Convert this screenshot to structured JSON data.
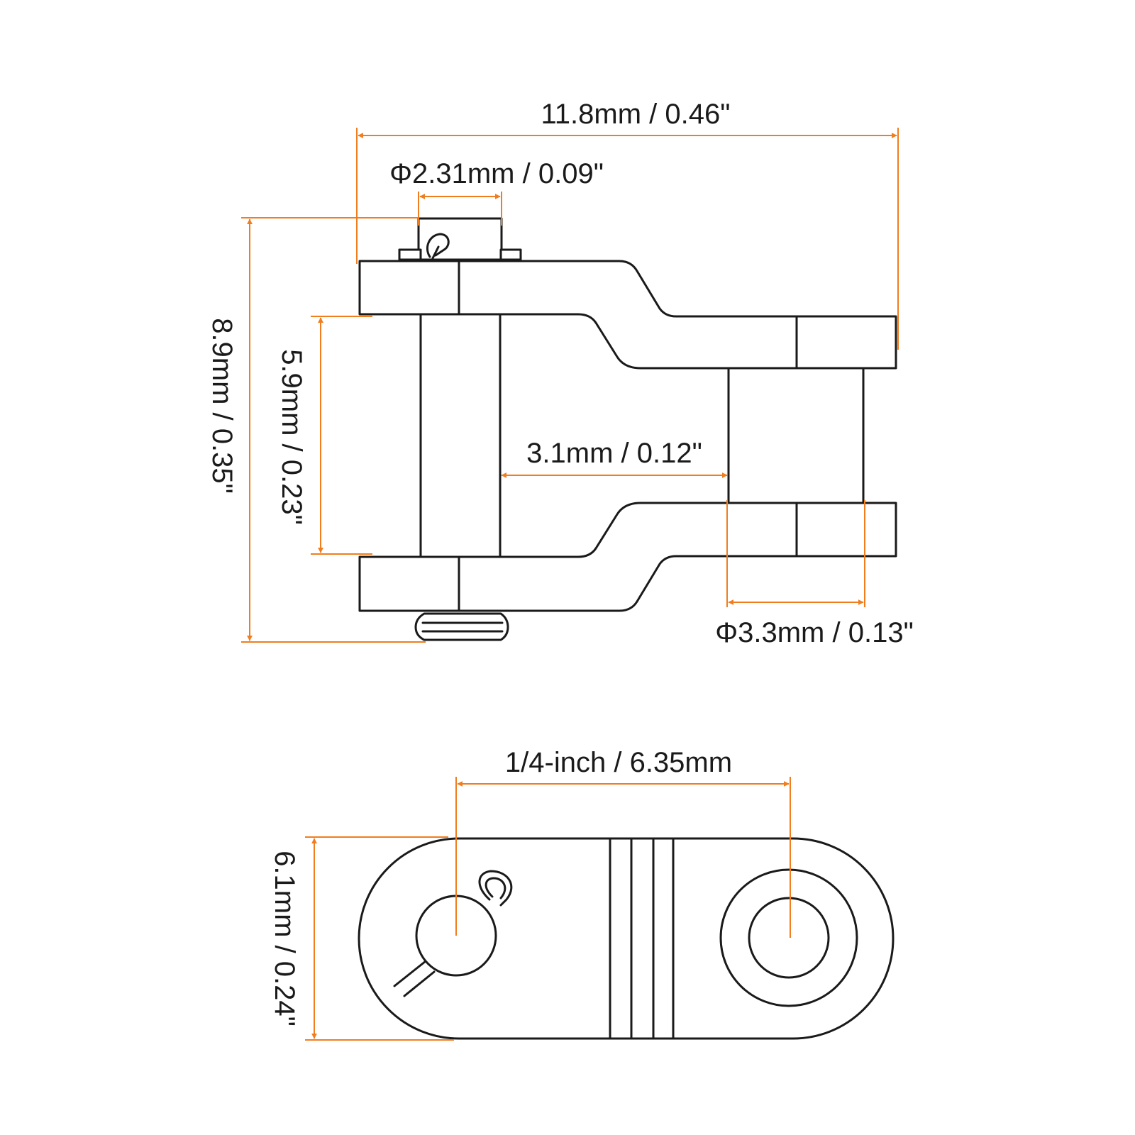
{
  "colors": {
    "dimension_line": "#f07d1e",
    "outline": "#1a1a1a",
    "background": "#ffffff"
  },
  "dimensions": {
    "overall_length": "11.8mm / 0.46\"",
    "pin_diameter": "Φ2.31mm / 0.09\"",
    "overall_height": "8.9mm / 0.35\"",
    "inner_width": "5.9mm / 0.23\"",
    "roller_gap": "3.1mm / 0.12\"",
    "roller_diameter": "Φ3.3mm / 0.13\"",
    "pitch": "1/4-inch / 6.35mm",
    "plate_height": "6.1mm / 0.24\""
  }
}
